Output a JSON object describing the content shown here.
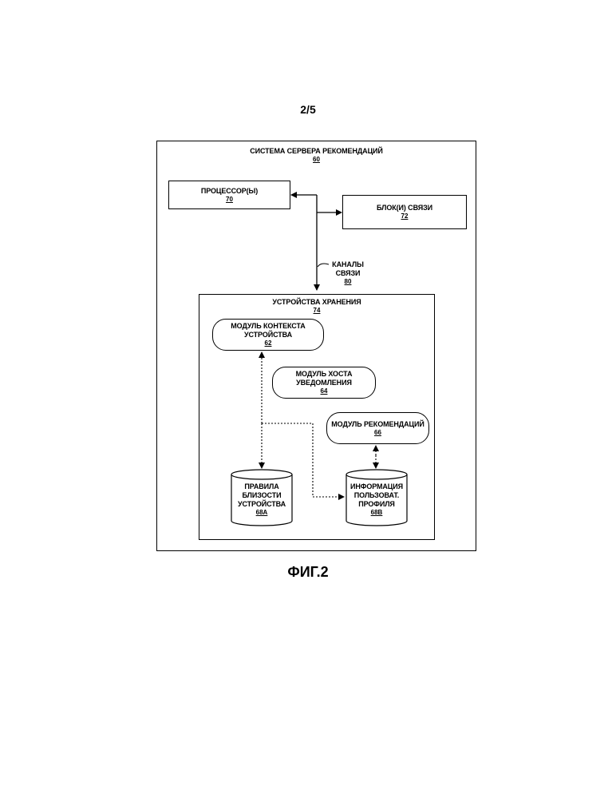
{
  "page_number": "2/5",
  "figure_caption": "ФИГ.2",
  "system": {
    "title": "СИСТЕМА СЕРВЕРА РЕКОМЕНДАЦИЙ",
    "ref": "60"
  },
  "processors": {
    "title": "ПРОЦЕССОР(Ы)",
    "ref": "70"
  },
  "comm_units": {
    "title": "БЛОК(И) СВЯЗИ",
    "ref": "72"
  },
  "comm_channels": {
    "line1": "КАНАЛЫ",
    "line2": "СВЯЗИ",
    "ref": "80"
  },
  "storage": {
    "title": "УСТРОЙСТВА ХРАНЕНИЯ",
    "ref": "74"
  },
  "device_context_module": {
    "title": "МОДУЛЬ КОНТЕКСТА УСТРОЙСТВА",
    "ref": "62"
  },
  "notification_host_module": {
    "title": "МОДУЛЬ ХОСТА УВЕДОМЛЕНИЯ",
    "ref": "64"
  },
  "recommendation_module": {
    "title": "МОДУЛЬ РЕКОМЕНДАЦИЙ",
    "ref": "66"
  },
  "proximity_rules": {
    "line1": "ПРАВИЛА",
    "line2": "БЛИЗОСТИ",
    "line3": "УСТРОЙСТВА",
    "ref": "68A"
  },
  "user_profile_info": {
    "line1": "ИНФОРМАЦИЯ",
    "line2": "ПОЛЬЗОВАТ.",
    "line3": "ПРОФИЛЯ",
    "ref": "68B"
  }
}
